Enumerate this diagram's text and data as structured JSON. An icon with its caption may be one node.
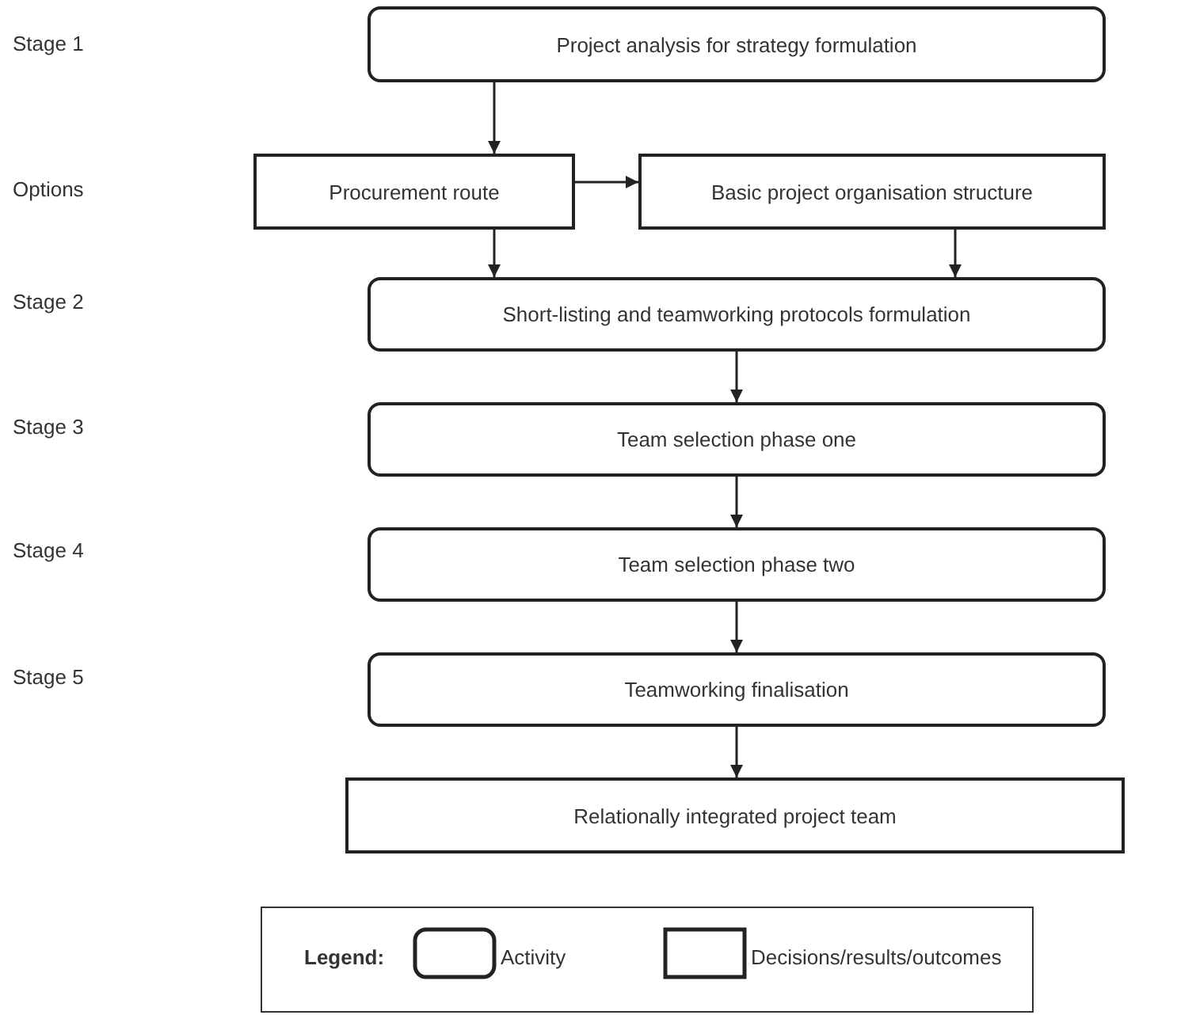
{
  "diagram": {
    "nodes": [
      {
        "text": [
          "Project analysis for strategy formulation"
        ]
      },
      {
        "text": [
          "Procurement route"
        ]
      },
      {
        "text": [
          "Basic project organisation structure"
        ]
      },
      {
        "text": [
          "Short-listing and teamworking protocols formulation"
        ]
      },
      {
        "text": [
          "Team selection phase one"
        ]
      },
      {
        "text": [
          "Team selection phase two"
        ]
      },
      {
        "text": [
          "Teamworking finalisation"
        ]
      },
      {
        "text": [
          "Relationally integrated project team"
        ]
      }
    ],
    "edges": [
      {
        "from": 0,
        "to": 1,
        "arrow": "to"
      },
      {
        "from": 1,
        "to": 2,
        "arrow": "to"
      },
      {
        "from": 1,
        "to": 3,
        "arrow": "to"
      },
      {
        "from": 2,
        "to": 3,
        "arrow": "to"
      },
      {
        "from": 3,
        "to": 4,
        "arrow": "to"
      },
      {
        "from": 4,
        "to": 5,
        "arrow": "to"
      },
      {
        "from": 5,
        "to": 6,
        "arrow": "to"
      },
      {
        "from": 6,
        "to": 7,
        "arrow": "to"
      }
    ],
    "labels": [
      "Stage 1",
      "Options",
      "Stage 2",
      "Stage 3",
      "Stage 4",
      "Stage 5",
      "Legend:"
    ],
    "legend": [
      {
        "text": "Activity"
      },
      {
        "text": "Decisions/results/outcomes"
      }
    ]
  }
}
